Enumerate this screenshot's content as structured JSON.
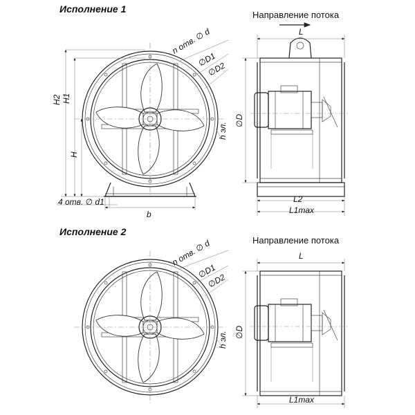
{
  "variant1": {
    "title": "Исполнение 1",
    "flow_direction": "Направление потока",
    "labels": {
      "n_holes_d": "n отв. ∅ d",
      "D1": "∅D1",
      "D2": "∅D2",
      "h_el": "h эл.",
      "H2": "H2",
      "H1": "H1",
      "H": "H",
      "four_holes_d1": "4 отв. ∅ d1",
      "b": "b",
      "D": "∅D",
      "L": "L",
      "L2": "L2",
      "L1max": "L1max"
    }
  },
  "variant2": {
    "title": "Исполнение 2",
    "flow_direction": "Направление потока",
    "labels": {
      "n_holes_d": "n отв. ∅ d",
      "D1": "∅D1",
      "D2": "∅D2",
      "h_el": "h эл.",
      "D": "∅D",
      "L": "L",
      "L1max": "L1max"
    }
  }
}
